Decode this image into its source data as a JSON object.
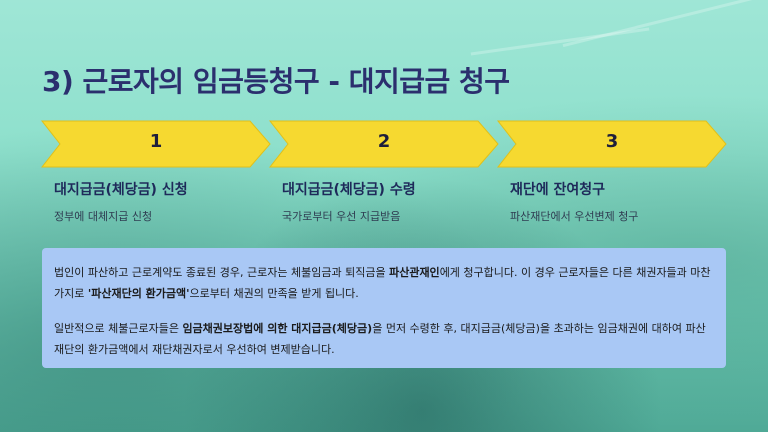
{
  "title": "3) 근로자의 임금등청구 - 대지급금 청구",
  "steps": [
    {
      "number": "1",
      "title": "대지급금(체당금) 신청",
      "subtitle": "정부에 대체지급 신청"
    },
    {
      "number": "2",
      "title": "대지급금(체당금) 수령",
      "subtitle": "국가로부터 우선 지급받음"
    },
    {
      "number": "3",
      "title": "재단에 잔여청구",
      "subtitle": "파산재단에서 우선변제 청구"
    }
  ],
  "colors": {
    "arrow_fill": "#f6d930",
    "arrow_stroke": "#e0c01a",
    "title": "#2b2f6e",
    "info_bg": "#a9c8f5"
  },
  "info": {
    "p1": {
      "t1": "법인이 파산하고 근로계약도 종료된 경우, 근로자는 체불임금과 퇴직금을 ",
      "b1": "파산관재인",
      "t2": "에게 청구합니다. 이 경우 근로자들은 다른 채권자들과 마찬가지로 ",
      "b2": "'파산재단의 환가금액'",
      "t3": "으로부터 채권의 만족을 받게 됩니다."
    },
    "p2": {
      "t1": "일반적으로 체불근로자들은 ",
      "b1": "임금채권보장법에 의한 대지급금(체당금)",
      "t2": "을 먼저 수령한 후, 대지급금(체당금)을 초과하는 임금채권에 대하여 파산재단의 환가금액에서 재단채권자로서 우선하여 변제받습니다."
    }
  }
}
